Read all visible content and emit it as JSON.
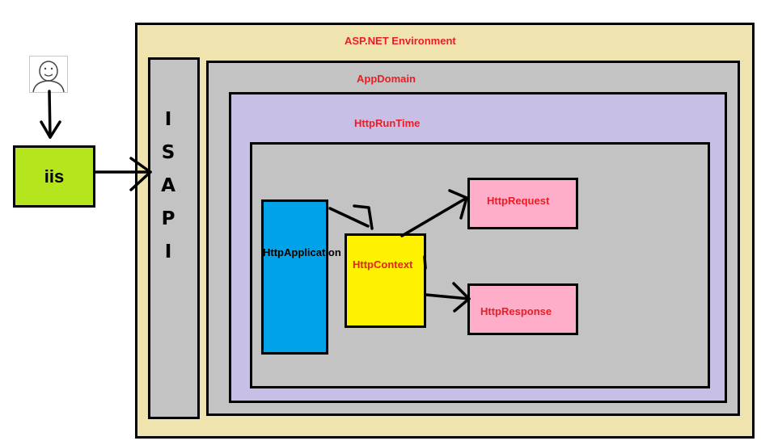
{
  "diagram": {
    "iis_label": "iis",
    "isapi_letters": [
      "I",
      "S",
      "A",
      "P",
      "I"
    ],
    "environment_label": "ASP.NET Environment",
    "appdomain_label": "AppDomain",
    "runtime_label": "HttpRunTime",
    "application_label": "HttpApplication",
    "context_label": "HttpContext",
    "request_label": "HttpRequest",
    "response_label": "HttpResponse"
  },
  "colors": {
    "label_red": "#ed1c24",
    "iis_green": "#b5e61d",
    "environment_tan": "#efe4b0",
    "gray": "#c3c3c3",
    "runtime_lavender": "#c8bfe7",
    "application_blue": "#00a2e8",
    "context_yellow": "#fff200",
    "request_pink": "#ffaec9"
  },
  "icons": {
    "user": "user-avatar-icon"
  }
}
